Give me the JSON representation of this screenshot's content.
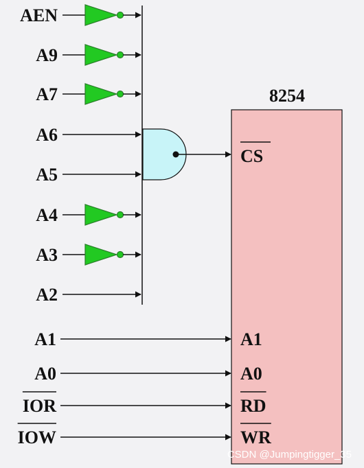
{
  "chip": {
    "name": "8254"
  },
  "inputs": [
    {
      "label": "AEN",
      "inverted": true
    },
    {
      "label": "A9",
      "inverted": true
    },
    {
      "label": "A7",
      "inverted": true
    },
    {
      "label": "A6",
      "inverted": false
    },
    {
      "label": "A5",
      "inverted": false
    },
    {
      "label": "A4",
      "inverted": true
    },
    {
      "label": "A3",
      "inverted": true
    },
    {
      "label": "A2",
      "inverted": false
    }
  ],
  "gate": {
    "type": "NAND"
  },
  "chip_pins": [
    {
      "source": "A1",
      "pin": "A1",
      "source_overline": false,
      "pin_overline": false
    },
    {
      "source": "A0",
      "pin": "A0",
      "source_overline": false,
      "pin_overline": false
    },
    {
      "source": "IOR",
      "pin": "RD",
      "source_overline": true,
      "pin_overline": true
    },
    {
      "source": "IOW",
      "pin": "WR",
      "source_overline": true,
      "pin_overline": true
    }
  ],
  "cs_pin": {
    "label": "CS",
    "overline": true
  },
  "watermark": "CSDN @Jumpingtigger_35",
  "colors": {
    "inverter": "#22c922",
    "gate": "#c8f4f8",
    "chip": "#f4c0c0",
    "line": "#111111"
  }
}
